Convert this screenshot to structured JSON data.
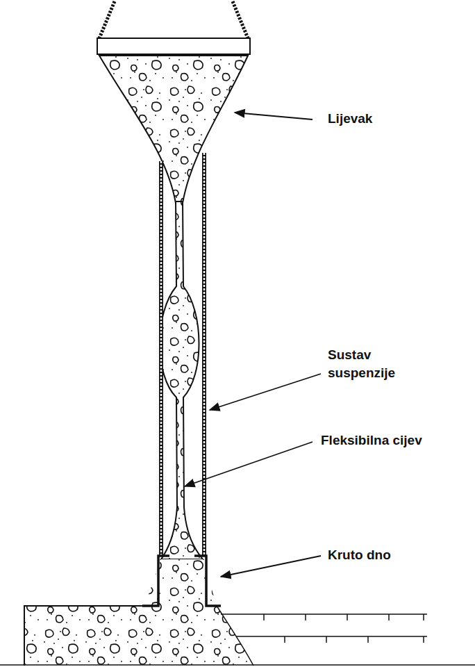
{
  "diagram": {
    "labels": [
      "Lijevak",
      "Sustav suspenzije",
      "Fleksibilna cijev",
      "Kruto dno"
    ]
  }
}
